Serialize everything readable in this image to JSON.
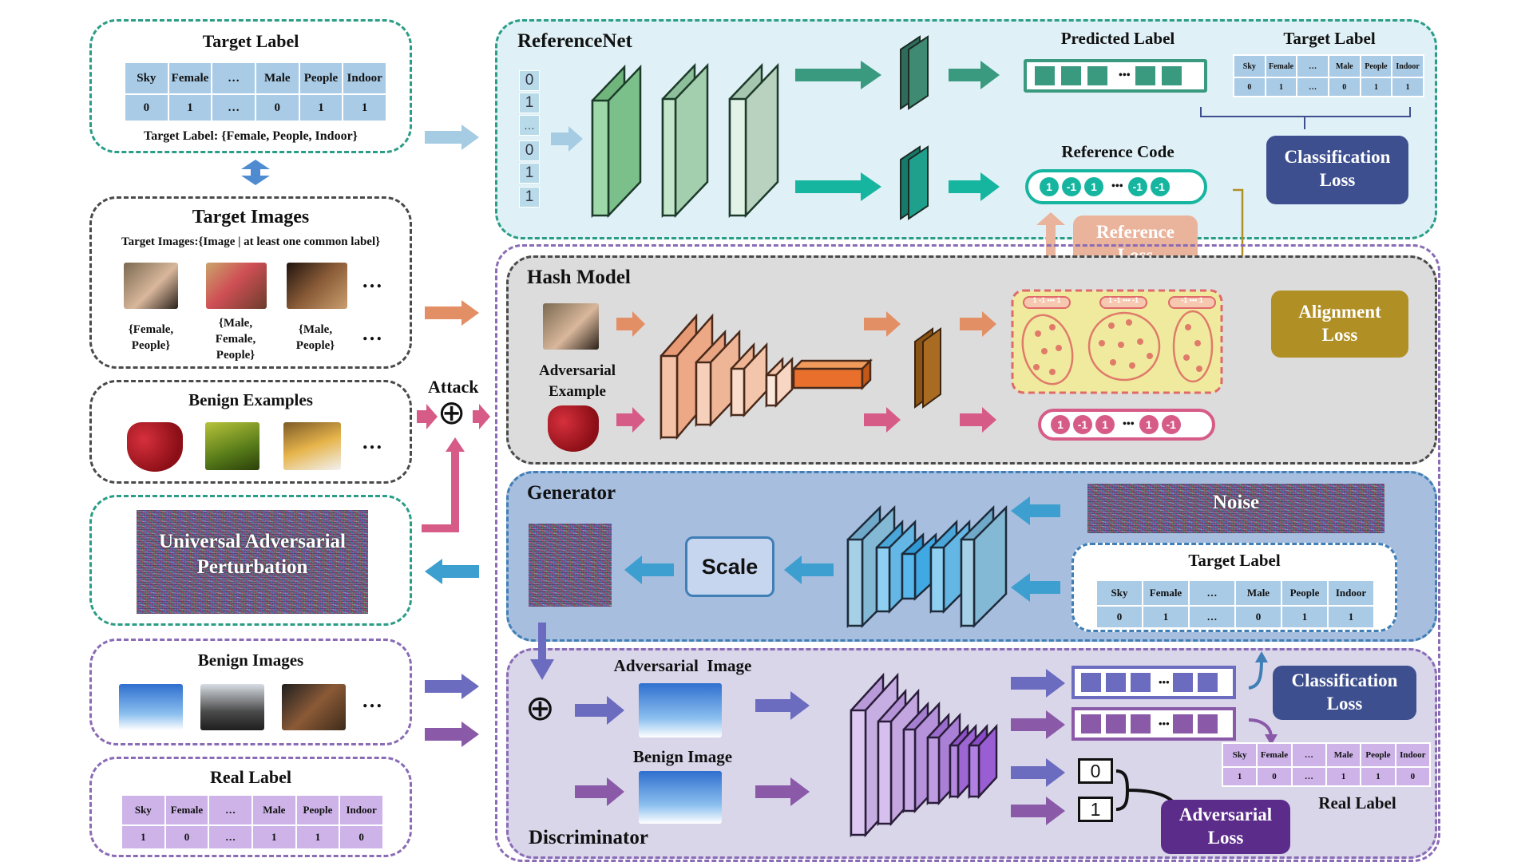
{
  "left": {
    "target_label_box": {
      "title": "Target Label",
      "headers": [
        "Sky",
        "Female",
        "…",
        "Male",
        "People",
        "Indoor"
      ],
      "values": [
        "0",
        "1",
        "…",
        "0",
        "1",
        "1"
      ],
      "caption": "Target Label: {Female, People, Indoor}"
    },
    "target_images_box": {
      "title": "Target Images",
      "caption": "Target Images:{Image | at least one common label}",
      "captions": [
        "{Female,\nPeople}",
        "{Male,\nFemale,\nPeople}",
        "{Male,\nPeople}"
      ],
      "ellipsis": "…"
    },
    "benign_examples_box": {
      "title": "Benign Examples",
      "ellipsis": "…"
    },
    "uap_box": {
      "title": "Universal Adversarial\nPerturbation"
    },
    "benign_images_box": {
      "title": "Benign Images",
      "ellipsis": "…"
    },
    "real_label_box": {
      "title": "Real Label",
      "headers": [
        "Sky",
        "Female",
        "…",
        "Male",
        "People",
        "Indoor"
      ],
      "values": [
        "1",
        "0",
        "…",
        "1",
        "1",
        "0"
      ]
    },
    "attack_label": "Attack",
    "oplus": "⊕"
  },
  "referencenet": {
    "title": "ReferenceNet",
    "input_vector": [
      "0",
      "1",
      "…",
      "0",
      "1",
      "1"
    ],
    "predicted_label": "Predicted Label",
    "reference_code": "Reference Code",
    "code_values": [
      "1",
      "-1",
      "1",
      "-1",
      "-1"
    ],
    "target_label": {
      "title": "Target Label",
      "headers": [
        "Sky",
        "Female",
        "…",
        "Male",
        "People",
        "Indoor"
      ],
      "values": [
        "0",
        "1",
        "…",
        "0",
        "1",
        "1"
      ]
    },
    "classification_loss": "Classification\nLoss",
    "dots": "•••"
  },
  "reference_loss": "Reference\nLoss",
  "alignment_loss": "Alignment\nLoss",
  "hash_model": {
    "title": "Hash Model",
    "adv_example": "Adversarial\nExample",
    "code_values": [
      "1",
      "-1",
      "1",
      "1",
      "-1"
    ],
    "mini_codes": [
      "1 -1 ••• 1",
      "1 -1 ••• -1",
      "-1 ••• 1"
    ],
    "dots": "•••"
  },
  "generator": {
    "title": "Generator",
    "noise": "Noise",
    "scale": "Scale",
    "target_label": {
      "title": "Target Label",
      "headers": [
        "Sky",
        "Female",
        "…",
        "Male",
        "People",
        "Indoor"
      ],
      "values": [
        "0",
        "1",
        "…",
        "0",
        "1",
        "1"
      ]
    }
  },
  "discriminator": {
    "title": "Discriminator",
    "adversarial_image": "Adversarial  Image",
    "benign_image": "Benign Image",
    "classification_loss": "Classification\nLoss",
    "adversarial_loss": "Adversarial\nLoss",
    "zero": "0",
    "one": "1",
    "dots": "•••",
    "real_label": {
      "title": "Real Label",
      "headers": [
        "Sky",
        "Female",
        "…",
        "Male",
        "People",
        "Indoor"
      ],
      "values": [
        "1",
        "0",
        "…",
        "1",
        "1",
        "0"
      ]
    }
  },
  "colors": {
    "teal": "#2a9d86",
    "dark_dash": "#4a4a4a",
    "purple_dash": "#8a6bb5",
    "blue_dash": "#3f7fb6",
    "light_blue_bg": "#dff1f7",
    "gray_bg": "#dcdcdc",
    "gen_bg": "#a7bedf",
    "disc_bg": "#d9d6ea",
    "class_loss": "#3d4f8f",
    "ref_loss": "#eab39b",
    "align_loss": "#b08f25",
    "adv_loss": "#5b2c8a"
  }
}
